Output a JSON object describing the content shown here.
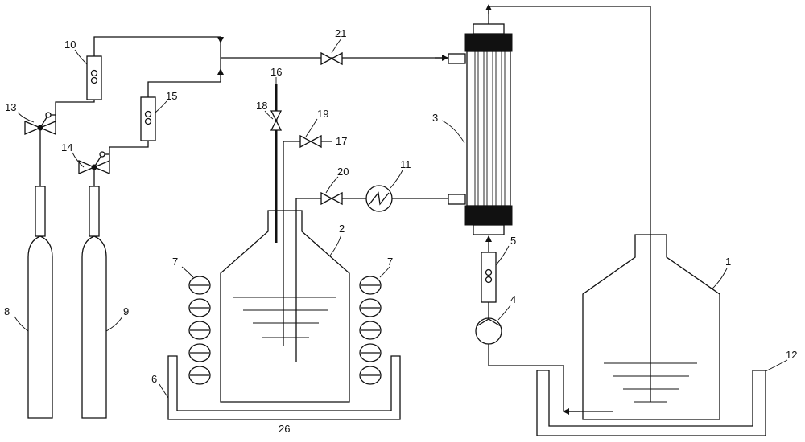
{
  "labels": {
    "l1": "1",
    "l2": "2",
    "l3": "3",
    "l4": "4",
    "l5": "5",
    "l6": "6",
    "l7a": "7",
    "l7b": "7",
    "l8": "8",
    "l9": "9",
    "l10": "10",
    "l11": "11",
    "l12": "12",
    "l13": "13",
    "l14": "14",
    "l15": "15",
    "l16": "16",
    "l17": "17",
    "l18": "18",
    "l19": "19",
    "l20": "20",
    "l21": "21",
    "l26": "26"
  }
}
